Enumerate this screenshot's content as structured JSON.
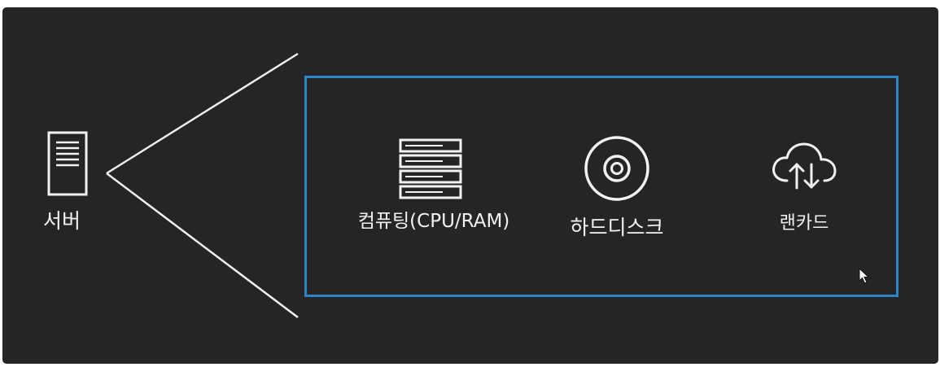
{
  "server": {
    "label": "서버",
    "icon": "server-tower-icon"
  },
  "components": {
    "cpu": {
      "label": "컴퓨팅(CPU/RAM)",
      "icon": "memory-stack-icon"
    },
    "disk": {
      "label": "하드디스크",
      "icon": "disk-icon"
    },
    "lan": {
      "label": "랜카드",
      "icon": "cloud-upload-download-icon"
    }
  },
  "colors": {
    "background": "#252525",
    "foreground": "#f2f2f2",
    "box_border": "#2f86c7"
  }
}
